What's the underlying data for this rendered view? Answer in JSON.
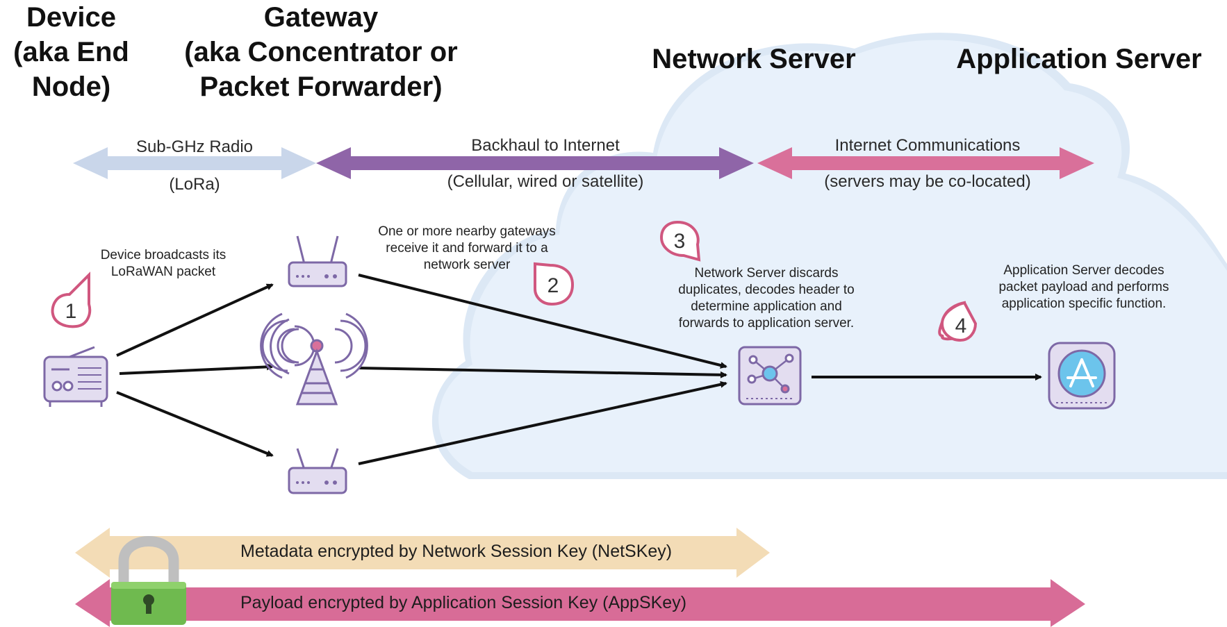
{
  "headings": {
    "device": "Device\n(aka End\nNode)",
    "gateway": "Gateway\n(aka Concentrator or\nPacket Forwarder)",
    "network_server": "Network Server",
    "application_server": "Application Server"
  },
  "links": {
    "radio": {
      "label": "Sub-GHz Radio",
      "sublabel": "(LoRa)"
    },
    "backhaul": {
      "label": "Backhaul to Internet",
      "sublabel": "(Cellular, wired or satellite)"
    },
    "internet": {
      "label": "Internet Communications",
      "sublabel": "(servers may be co-located)"
    }
  },
  "steps": [
    {
      "number": "1",
      "text": "Device broadcasts its\nLoRaWAN packet"
    },
    {
      "number": "2",
      "text": "One or more nearby gateways\nreceive it and forward it to a\nnetwork server"
    },
    {
      "number": "3",
      "text": "Network Server discards\nduplicates, decodes header to\ndetermine application and\nforwards to application server."
    },
    {
      "number": "4",
      "text": "Application Server decodes\npacket payload and performs\napplication specific function."
    }
  ],
  "encryption": {
    "metadata": "Metadata encrypted by Network Session Key (NetSKey)",
    "payload": "Payload encrypted by Application Session Key (AppSKey)"
  },
  "icons": [
    "radio-device-icon",
    "router-icon",
    "radio-tower-icon",
    "network-hub-icon",
    "app-store-icon",
    "padlock-icon"
  ],
  "colors": {
    "radio_arrow": "#c9d6ea",
    "backhaul_arrow": "#8f65a8",
    "internet_arrow": "#d9709a",
    "metadata_band": "#f3dcb6",
    "payload_band": "#d86c97",
    "cloud": "#e6f0fa",
    "icon_purple": "#7d68a6",
    "step_badge": "#d0577f",
    "lock_green": "#6fba4f"
  }
}
